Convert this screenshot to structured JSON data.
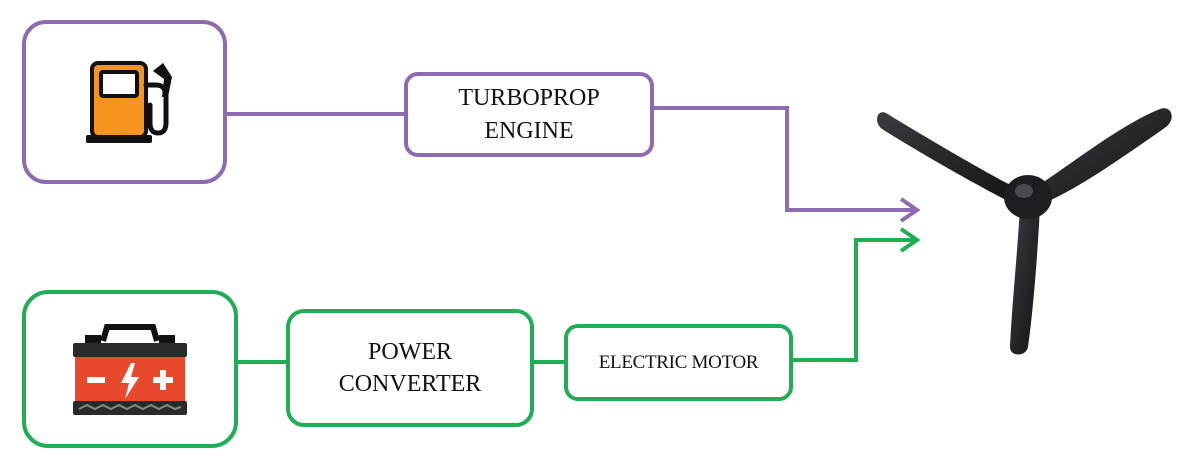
{
  "diagram": {
    "nodes": {
      "fuel_source": {
        "icon": "fuel-pump-icon"
      },
      "turboprop_engine": {
        "label": "TURBOPROP\nENGINE"
      },
      "battery": {
        "icon": "battery-icon"
      },
      "power_converter": {
        "label": "POWER\nCONVERTER"
      },
      "electric_motor": {
        "label": "ELECTRIC MOTOR"
      },
      "propeller": {
        "icon": "propeller-icon"
      }
    },
    "edges": [
      {
        "from": "fuel_source",
        "to": "turboprop_engine"
      },
      {
        "from": "turboprop_engine",
        "to": "propeller"
      },
      {
        "from": "battery",
        "to": "power_converter"
      },
      {
        "from": "power_converter",
        "to": "electric_motor"
      },
      {
        "from": "electric_motor",
        "to": "propeller"
      }
    ],
    "colors": {
      "fuel_path": "#8E6BB0",
      "electric_path": "#1FAE55",
      "pump_body": "#F7941D",
      "battery_body": "#E8482C",
      "propeller": "#1E1E22"
    }
  }
}
